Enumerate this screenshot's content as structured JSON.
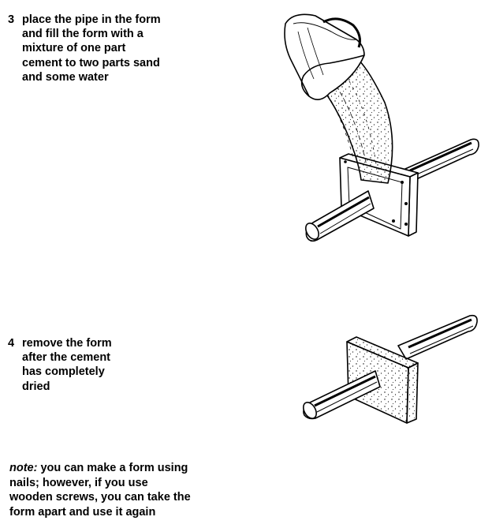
{
  "step3": {
    "number": "3",
    "lines": [
      "place the pipe in the form",
      "and fill the form with a",
      "mixture of one part",
      "cement to two parts sand",
      "and some water"
    ]
  },
  "step4": {
    "number": "4",
    "lines": [
      "remove the form",
      "after the cement",
      "has completely",
      "dried"
    ]
  },
  "note": {
    "label": "note:",
    "first_line_rest": " you can make a form using",
    "lines": [
      "nails; however, if you use",
      "wooden screws, you can take the",
      "form apart and use it again"
    ]
  }
}
